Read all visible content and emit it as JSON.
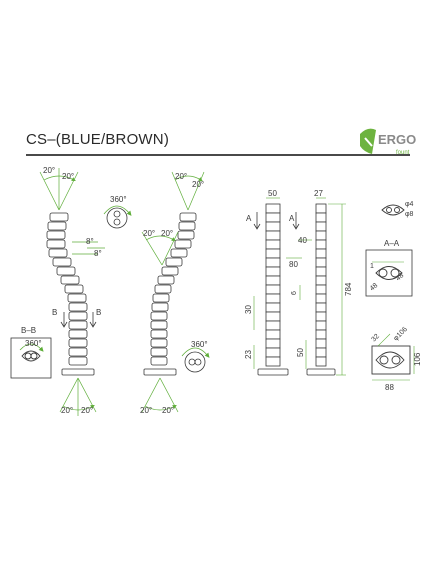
{
  "title": "CS–(BLUE/BROWN)",
  "logo": {
    "word": "ERGO",
    "sub": "fount",
    "accent": "#6db33f",
    "gray": "#8a8a8a"
  },
  "colors": {
    "line": "#3a3a3a",
    "green": "#5fae3a"
  },
  "angles": {
    "a20": "20°",
    "a8": "8°",
    "a360": "360°"
  },
  "sections": {
    "b": "B",
    "a": "A",
    "bb": "B–B",
    "aa": "A–A"
  },
  "dims": {
    "d50": "50",
    "d27": "27",
    "d80": "80",
    "d40": "40",
    "d6": "6",
    "d30": "30",
    "d23": "23",
    "d50b": "50",
    "d784": "784",
    "phi4": "φ4",
    "phi8": "φ8",
    "r1": "1",
    "s48": "48",
    "d32": "32",
    "phi106": "φ106",
    "d106": "106",
    "d88": "88"
  }
}
